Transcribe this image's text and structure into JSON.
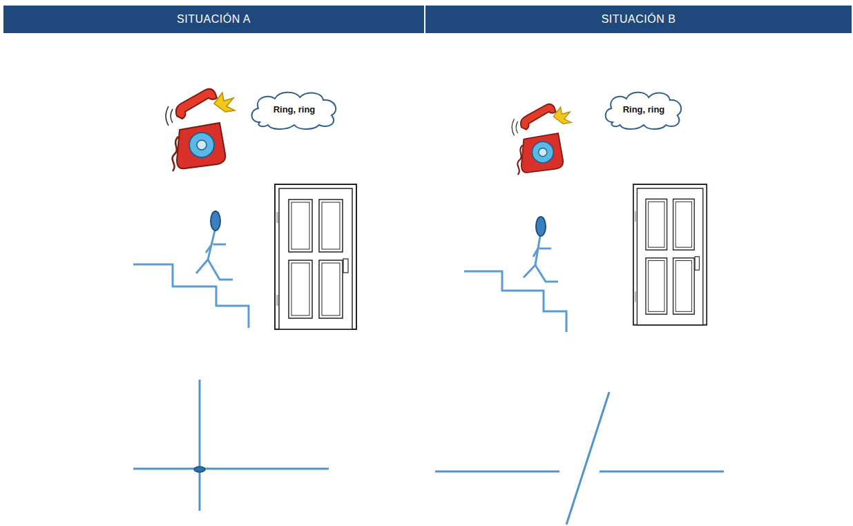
{
  "diagram": {
    "nodes": [
      {
        "text": [
          "SITUACIÓN A"
        ]
      },
      {
        "text": [
          "SITUACIÓN B"
        ]
      },
      {
        "text": [
          "Ring, ring"
        ]
      },
      {
        "text": [
          "Ring, ring"
        ]
      }
    ]
  }
}
